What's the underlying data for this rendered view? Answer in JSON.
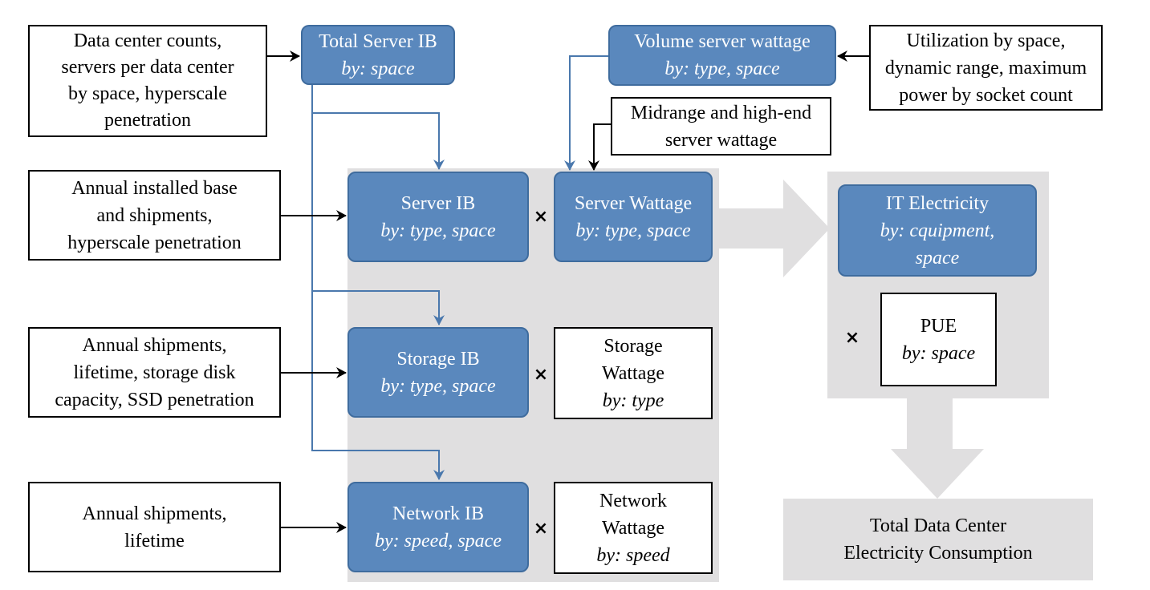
{
  "inputs": {
    "dc_counts": [
      "Data center counts,",
      "servers per data center",
      "by space, hyperscale",
      "penetration"
    ],
    "annual_ib": [
      "Annual installed base",
      "and shipments,",
      "hyperscale penetration"
    ],
    "annual_storage": [
      "Annual shipments,",
      "lifetime, storage disk",
      "capacity, SSD penetration"
    ],
    "annual_network": [
      "Annual shipments,",
      "lifetime"
    ],
    "utilization": [
      "Utilization by space,",
      "dynamic range, maximum",
      "power by socket count"
    ],
    "midrange": [
      "Midrange and high-end",
      "server wattage"
    ]
  },
  "nodes": {
    "total_server_ib": {
      "title": "Total Server IB",
      "sub": "by: space"
    },
    "volume_server_wattage": {
      "title": "Volume server wattage",
      "sub": "by: type, space"
    },
    "server_ib": {
      "title": "Server IB",
      "sub": "by: type, space"
    },
    "server_wattage": {
      "title": "Server Wattage",
      "sub": "by: type, space"
    },
    "storage_ib": {
      "title": "Storage IB",
      "sub": "by: type, space"
    },
    "storage_wattage": {
      "title1": "Storage",
      "title2": "Wattage",
      "sub": "by: type"
    },
    "network_ib": {
      "title": "Network IB",
      "sub": "by: speed, space"
    },
    "network_wattage": {
      "title1": "Network",
      "title2": "Wattage",
      "sub": "by: speed"
    },
    "it_electricity": {
      "title": "IT Electricity",
      "sub1": "by: cquipment,",
      "sub2": "space"
    },
    "pue": {
      "title": "PUE",
      "sub": "by: space"
    },
    "total_dc": [
      "Total Data Center",
      "Electricity Consumption"
    ]
  },
  "operators": {
    "multiply": "×"
  },
  "colors": {
    "node_fill": "#5a88bd",
    "node_border": "#3f6c9e",
    "panel": "#e0dfe0",
    "connector": "#4a78ad"
  }
}
